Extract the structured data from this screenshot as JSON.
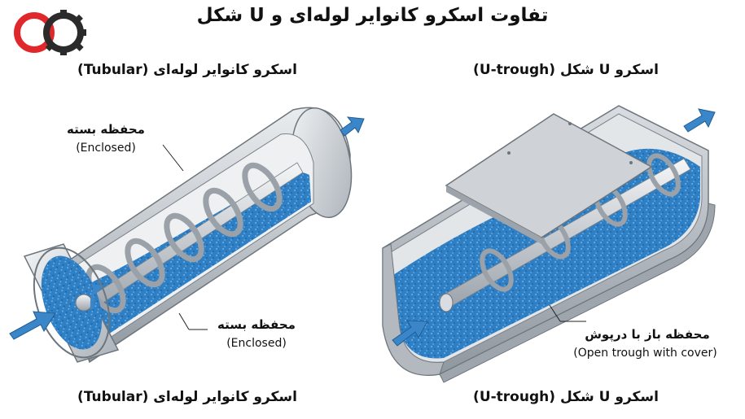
{
  "page": {
    "title": "تفاوت اسکرو کانوایر لوله‌ای و U شکل"
  },
  "tubular": {
    "header": "اسکرو کانوایر لوله‌ای (Tubular)",
    "callout_top_fa": "محفظه بسته",
    "callout_top_en": "(Enclosed)",
    "callout_bottom_fa": "محفظه بسته",
    "callout_bottom_en": "(Enclosed)",
    "caption": "اسکرو کانوایر لوله‌ای (Tubular)"
  },
  "utrough": {
    "header": "اسکرو U شکل (U-trough)",
    "callout_fa": "محفظه باز با درپوش",
    "callout_en": "(Open trough with cover)",
    "caption": "اسکرو U شکل (U-trough)"
  },
  "colors": {
    "logo_red": "#e0282c",
    "logo_dark": "#2b2b2b",
    "material_blue": "#2f7fc4",
    "arrow_blue": "#3a86c8",
    "steel": "#c9ced3"
  }
}
